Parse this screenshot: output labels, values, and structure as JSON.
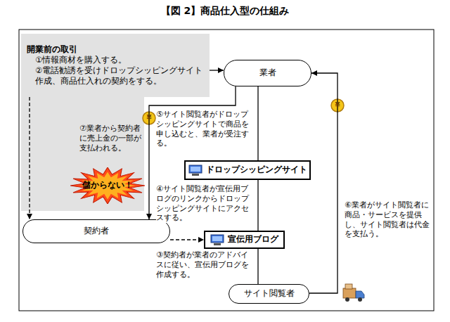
{
  "diagram": {
    "title": "【図 2】商品仕入型の仕組み",
    "nodes": [
      {
        "text": [
          "開業前の取引",
          "①情報商材を購入する。",
          "②電話勧誘を受けドロップシッピングサイト作成、商品仕入れの契約をする。"
        ]
      },
      {
        "text": [
          "業者"
        ]
      },
      {
        "text": [
          "ドロップシッピングサイト"
        ]
      },
      {
        "text": [
          "儲からない！"
        ]
      },
      {
        "text": [
          "契約者"
        ]
      },
      {
        "text": [
          "宣伝用ブログ"
        ]
      },
      {
        "text": [
          "サイト閲覧者"
        ]
      }
    ],
    "edges": [
      {
        "from": 0,
        "to": 1,
        "arrow": "to"
      },
      {
        "from": 0,
        "to": 4,
        "arrow": "to"
      },
      {
        "from": 1,
        "to": 4,
        "arrow": "to"
      },
      {
        "from": 1,
        "to": 2,
        "arrow": "none"
      },
      {
        "from": 2,
        "to": 5,
        "arrow": "none"
      },
      {
        "from": 5,
        "to": 6,
        "arrow": "none"
      },
      {
        "from": 4,
        "to": 5,
        "arrow": "to"
      },
      {
        "from": 6,
        "to": 1,
        "arrow": "to"
      }
    ],
    "labels": [
      "⑤サイト閲覧者がドロップシッピングサイトで商品を申し込むと、業者が受注する。",
      "¥",
      "⑦業者から契約者に売上金の一部が支払われる。",
      "④サイト閲覧者が宣伝用ブログのリンクからドロップシッピングサイトにアクセスする。",
      "⑥業者がサイト閲覧者に商品・サービスを提供し、サイト閲覧者は代金を支払う。",
      "¥",
      "③契約者が業者のアドバイスに従い、宣伝用ブログを作成する。"
    ]
  }
}
